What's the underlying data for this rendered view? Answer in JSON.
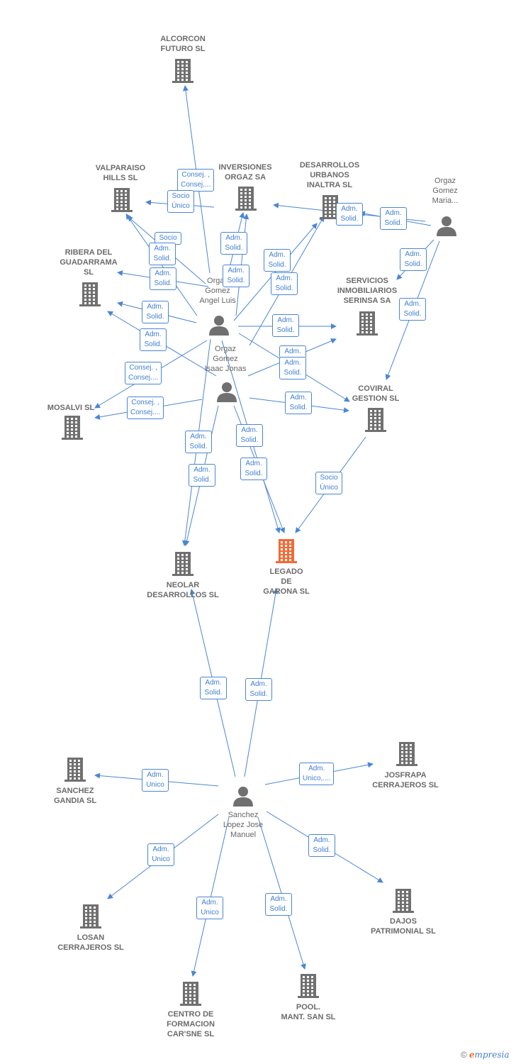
{
  "colors": {
    "edge": "#4a86d4",
    "company": "#707070",
    "focus": "#f26a35",
    "person": "#707070"
  },
  "nodes": {
    "alcorcon": {
      "label": "ALCORCON\nFUTURO SL",
      "kind": "company"
    },
    "valparaiso": {
      "label": "VALPARAISO\nHILLS  SL",
      "kind": "company"
    },
    "inversiones": {
      "label": "INVERSIONES\nORGAZ SA",
      "kind": "company"
    },
    "desarrollos": {
      "label": "DESARROLLOS\nURBANOS\nINALTRA  SL",
      "kind": "company"
    },
    "maria": {
      "label": "Orgaz\nGomez\nMaria...",
      "kind": "person"
    },
    "ribera": {
      "label": "RIBERA DEL\nGUADARRAMA\nSL",
      "kind": "company"
    },
    "servicios": {
      "label": "SERVICIOS\nINMOBILIARIOS\nSERINSA SA",
      "kind": "company"
    },
    "angel": {
      "label": "Orgaz\nGomez\nAngel Luis",
      "kind": "person"
    },
    "isaac": {
      "label": "Orgaz\nGomez\nIsaac Jonas",
      "kind": "person"
    },
    "coviral": {
      "label": "COVIRAL\nGESTION  SL",
      "kind": "company"
    },
    "mosalvi": {
      "label": "MOSALVI SL",
      "kind": "company"
    },
    "neolar": {
      "label": "NEOLAR\nDESARROLLOS SL",
      "kind": "company"
    },
    "legado": {
      "label": "LEGADO\nDE\nGARONA  SL",
      "kind": "focus"
    },
    "sanchez_gandia": {
      "label": "SANCHEZ\nGANDIA SL",
      "kind": "company"
    },
    "sanchez": {
      "label": "Sanchez\nLopez Jose\nManuel",
      "kind": "person"
    },
    "josfrapa": {
      "label": "JOSFRAPA\nCERRAJEROS SL",
      "kind": "company"
    },
    "losan": {
      "label": "LOSAN\nCERRAJEROS SL",
      "kind": "company"
    },
    "dajos": {
      "label": "DAJOS\nPATRIMONIAL SL",
      "kind": "company"
    },
    "centro": {
      "label": "CENTRO DE\nFORMACION\nCAR'SNE  SL",
      "kind": "company"
    },
    "pool": {
      "label": "POOL.\nMANT. SAN SL",
      "kind": "company"
    }
  },
  "edges": [
    {
      "from": "angel",
      "to": "alcorcon",
      "label": "Consej. ,\nConsej...."
    },
    {
      "from": "angel",
      "to": "valparaiso",
      "label": "Socio\nÚnico"
    },
    {
      "from": "angel",
      "to": "inversiones",
      "label": "Adm.\nSolid."
    },
    {
      "from": "angel",
      "to": "valparaiso",
      "label": "Socio"
    },
    {
      "from": "angel",
      "to": "ribera",
      "label": "Adm.\nSolid."
    },
    {
      "from": "isaac",
      "to": "valparaiso",
      "label": "Adm.\nSolid."
    },
    {
      "from": "isaac",
      "to": "inversiones",
      "label": "Adm.\nSolid."
    },
    {
      "from": "angel",
      "to": "desarrollos",
      "label": "Adm.\nSolid."
    },
    {
      "from": "isaac",
      "to": "desarrollos",
      "label": "Adm.\nSolid."
    },
    {
      "from": "maria",
      "to": "desarrollos",
      "label": "Adm.\nSolid."
    },
    {
      "from": "maria",
      "to": "inversiones",
      "label": "Adm.\nSolid."
    },
    {
      "from": "maria",
      "to": "servicios",
      "label": "Adm.\nSolid."
    },
    {
      "from": "maria",
      "to": "coviral",
      "label": "Adm.\nSolid."
    },
    {
      "from": "angel",
      "to": "ribera",
      "label": "Adm.\nSolid."
    },
    {
      "from": "isaac",
      "to": "ribera",
      "label": "Adm.\nSolid."
    },
    {
      "from": "angel",
      "to": "servicios",
      "label": "Adm.\nSolid."
    },
    {
      "from": "isaac",
      "to": "servicios",
      "label": "Adm."
    },
    {
      "from": "angel",
      "to": "coviral",
      "label": "Adm.\nSolid."
    },
    {
      "from": "angel",
      "to": "mosalvi",
      "label": "Consej. ,\nConsej...."
    },
    {
      "from": "isaac",
      "to": "mosalvi",
      "label": "Consej. ,\nConsej...."
    },
    {
      "from": "isaac",
      "to": "coviral",
      "label": "Adm.\nSolid."
    },
    {
      "from": "angel",
      "to": "neolar",
      "label": "Adm.\nSolid."
    },
    {
      "from": "isaac",
      "to": "neolar",
      "label": "Adm.\nSolid."
    },
    {
      "from": "angel",
      "to": "legado",
      "label": "Adm.\nSolid."
    },
    {
      "from": "isaac",
      "to": "legado",
      "label": "Adm.\nSolid."
    },
    {
      "from": "coviral",
      "to": "legado",
      "label": "Socio\nÚnico"
    },
    {
      "from": "sanchez",
      "to": "neolar",
      "label": "Adm.\nSolid."
    },
    {
      "from": "sanchez",
      "to": "legado",
      "label": "Adm.\nSolid."
    },
    {
      "from": "sanchez",
      "to": "sanchez_gandia",
      "label": "Adm.\nUnico"
    },
    {
      "from": "sanchez",
      "to": "josfrapa",
      "label": "Adm.\nUnico,...."
    },
    {
      "from": "sanchez",
      "to": "losan",
      "label": "Adm.\nUnico"
    },
    {
      "from": "sanchez",
      "to": "dajos",
      "label": "Adm.\nSolid."
    },
    {
      "from": "sanchez",
      "to": "centro",
      "label": "Adm.\nUnico"
    },
    {
      "from": "sanchez",
      "to": "pool",
      "label": "Adm.\nSolid."
    }
  ],
  "footer": {
    "copyright": "©",
    "brand_first": "e",
    "brand_rest": "mpresia"
  }
}
